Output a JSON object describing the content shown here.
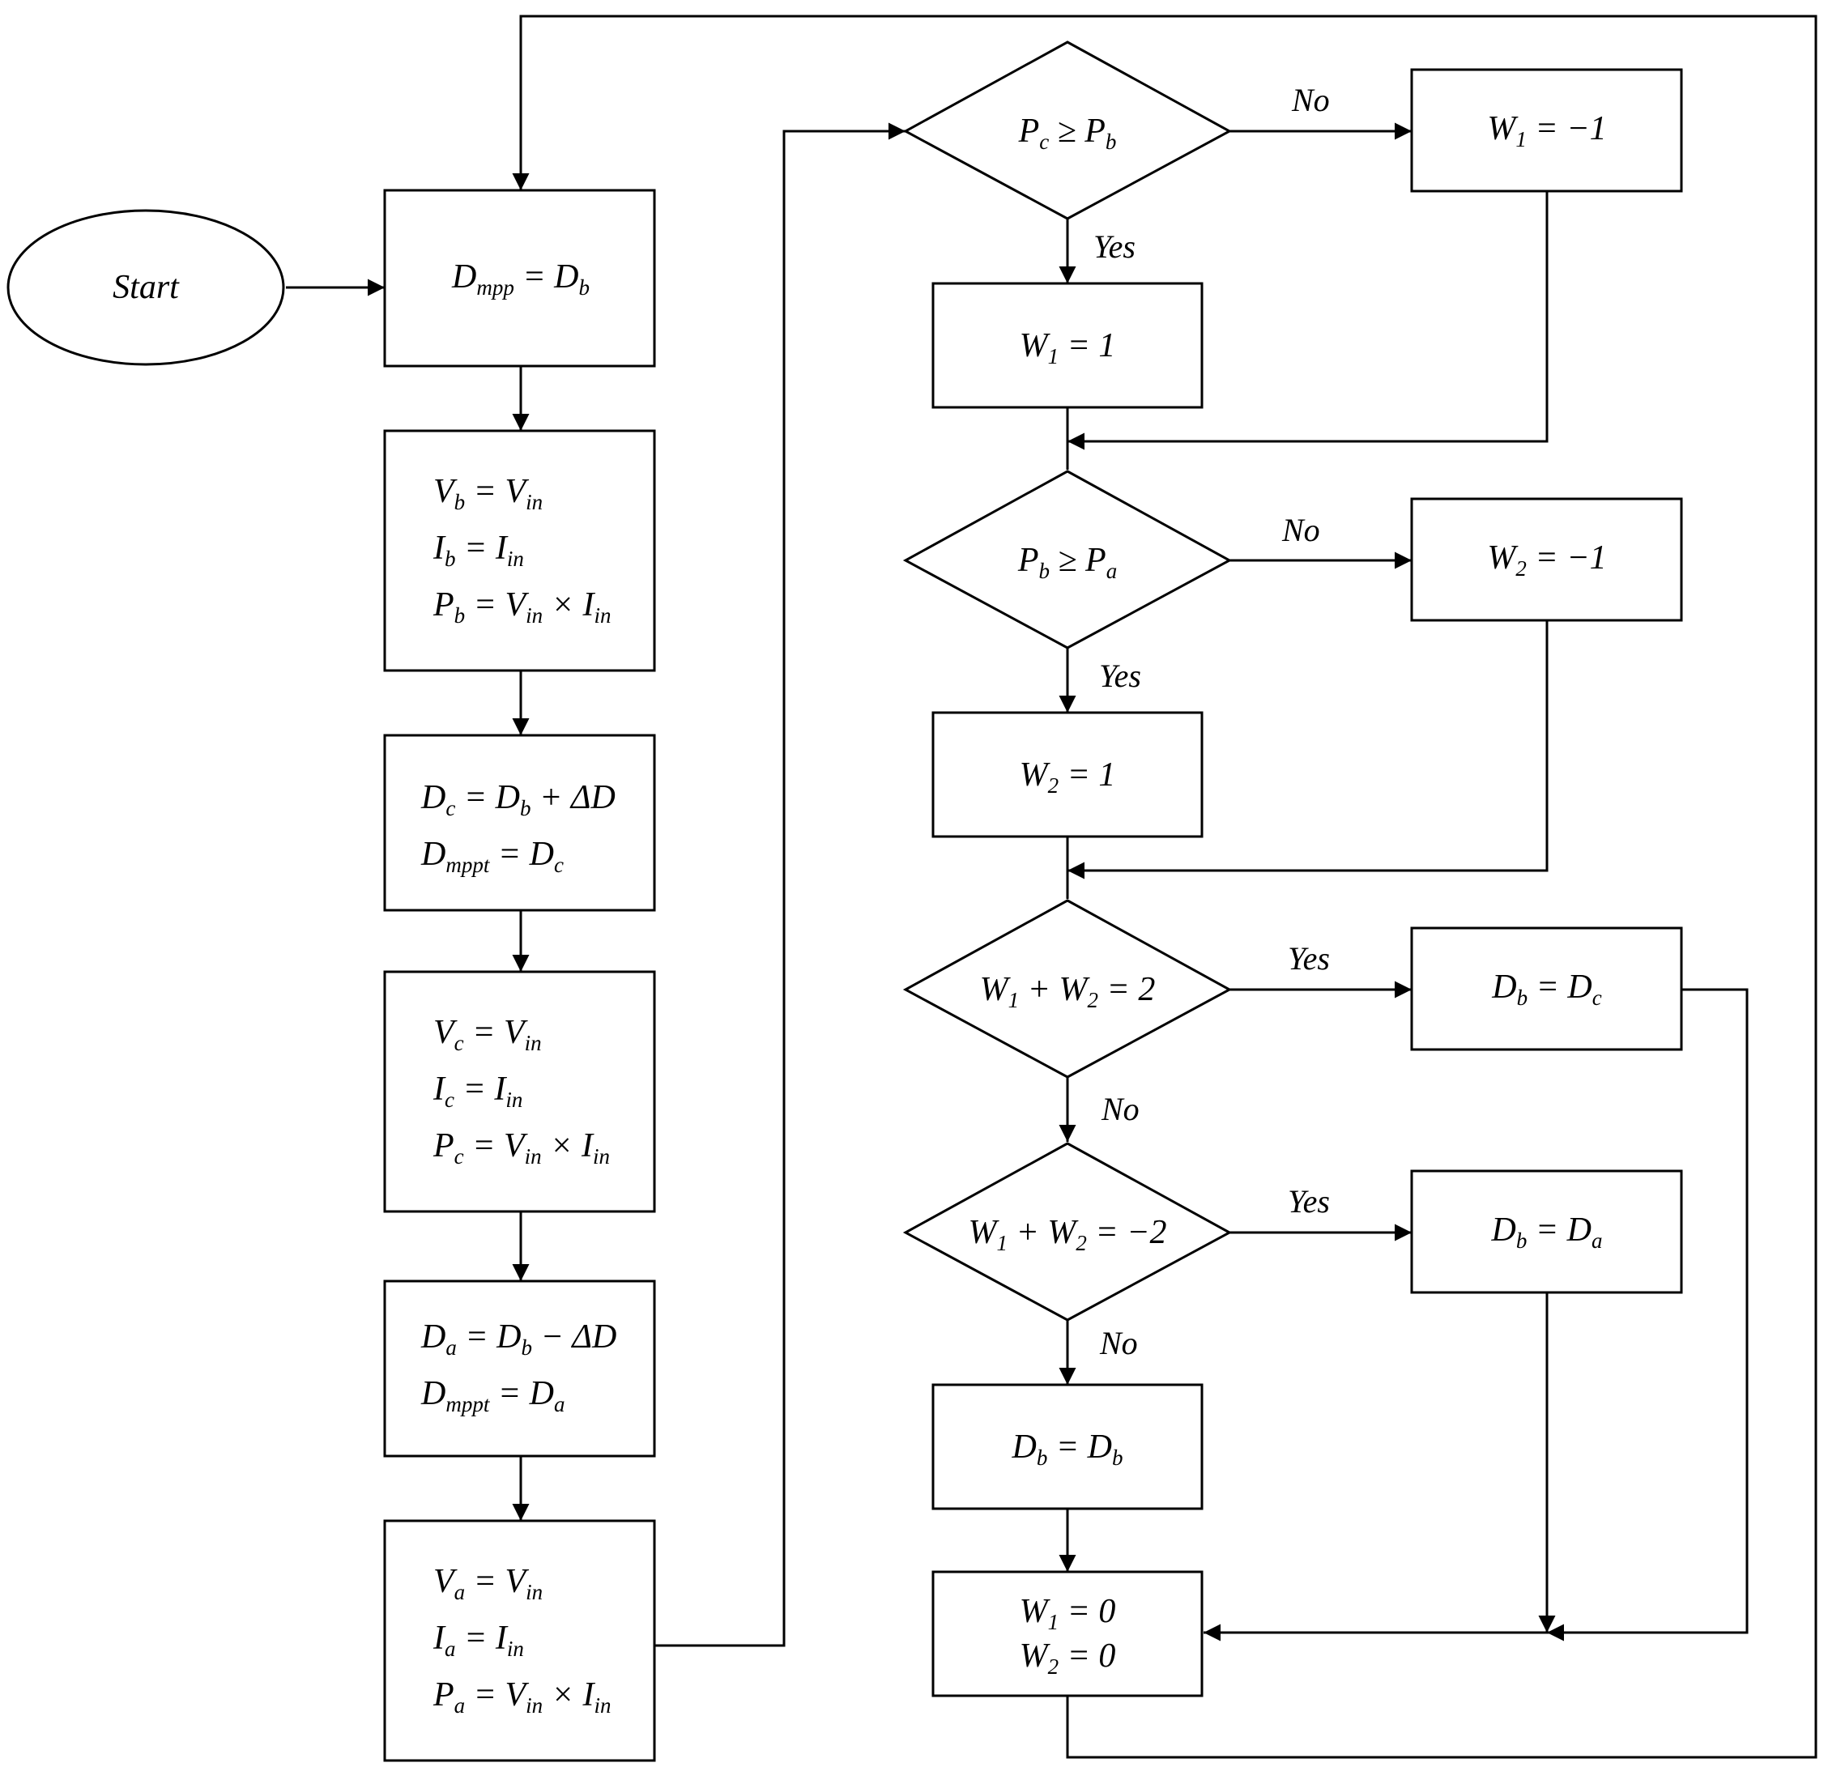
{
  "start": "Start",
  "left": {
    "b1": {
      "D": "D",
      "mpp": "mpp",
      "eq": " = D",
      "b": "b"
    },
    "b2": {
      "l1a": "V",
      "l1b": "b",
      "l1c": " = V",
      "l1d": "in",
      "l2a": "I",
      "l2b": "b",
      "l2c": " = I",
      "l2d": "in",
      "l3a": "P",
      "l3b": "b",
      "l3c": " = V",
      "l3d": "in",
      "l3e": " × I",
      "l3f": "in"
    },
    "b3": {
      "l1a": "D",
      "l1b": "c",
      "l1c": " = D",
      "l1d": "b",
      "l1e": " + ΔD",
      "l2a": "D",
      "l2b": "mppt",
      "l2c": " = D",
      "l2d": "c"
    },
    "b4": {
      "l1a": "V",
      "l1b": "c",
      "l1c": " = V",
      "l1d": "in",
      "l2a": "I",
      "l2b": "c",
      "l2c": " = I",
      "l2d": "in",
      "l3a": "P",
      "l3b": "c",
      "l3c": " = V",
      "l3d": "in",
      "l3e": " × I",
      "l3f": "in"
    },
    "b5": {
      "l1a": "D",
      "l1b": "a",
      "l1c": " = D",
      "l1d": "b",
      "l1e": " − ΔD",
      "l2a": "D",
      "l2b": "mppt",
      "l2c": " = D",
      "l2d": "a"
    },
    "b6": {
      "l1a": "V",
      "l1b": "a",
      "l1c": " = V",
      "l1d": "in",
      "l2a": "I",
      "l2b": "a",
      "l2c": " = I",
      "l2d": "in",
      "l3a": "P",
      "l3b": "a",
      "l3c": " = V",
      "l3d": "in",
      "l3e": " × I",
      "l3f": "in"
    }
  },
  "decisions": {
    "d1": {
      "a": "P",
      "as": "c",
      "op": " ≥ P",
      "bs": "b"
    },
    "d2": {
      "a": "P",
      "as": "b",
      "op": " ≥ P",
      "bs": "a"
    },
    "d3": {
      "a": "W",
      "as": "1",
      "op": " + W",
      "bs": "2",
      "rest": " = 2"
    },
    "d4": {
      "a": "W",
      "as": "1",
      "op": " + W",
      "bs": "2",
      "rest": " = −2"
    }
  },
  "middle": {
    "w1one": {
      "a": "W",
      "s": "1",
      "r": " = 1"
    },
    "w2one": {
      "a": "W",
      "s": "2",
      "r": " = 1"
    },
    "dbdb": {
      "a": "D",
      "s": "b",
      "r": " = D",
      "s2": "b"
    },
    "reset": {
      "a": "W",
      "s": "1",
      "r": " = 0",
      "b": "W",
      "s2": "2",
      "r2": " = 0"
    }
  },
  "right": {
    "w1neg": {
      "a": "W",
      "s": "1",
      "r": " = −1"
    },
    "w2neg": {
      "a": "W",
      "s": "2",
      "r": " = −1"
    },
    "dbdc": {
      "a": "D",
      "s": "b",
      "r": " = D",
      "s2": "c"
    },
    "dbda": {
      "a": "D",
      "s": "b",
      "r": " = D",
      "s2": "a"
    }
  },
  "labels": {
    "no1": "No",
    "yes1": "Yes",
    "no2": "No",
    "yes2": "Yes",
    "yes3": "Yes",
    "no3": "No",
    "yes4": "Yes",
    "no4": "No"
  }
}
